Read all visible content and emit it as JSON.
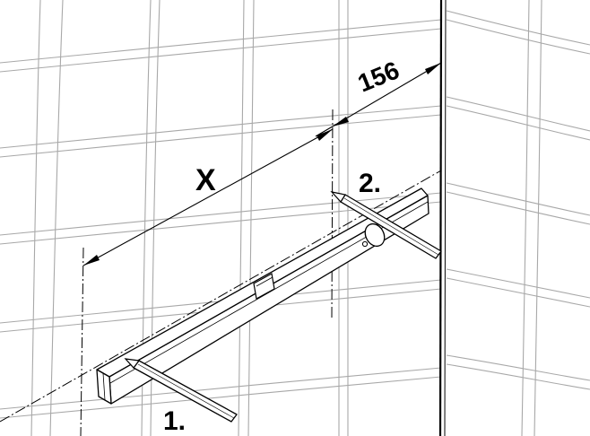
{
  "labels": {
    "dimension_x": "X",
    "dimension_156": "156",
    "step_1": "1.",
    "step_2": "2."
  },
  "colors": {
    "line": "#000000",
    "tile_grout": "#a8a8a8",
    "level_fill": "#ffffff"
  }
}
